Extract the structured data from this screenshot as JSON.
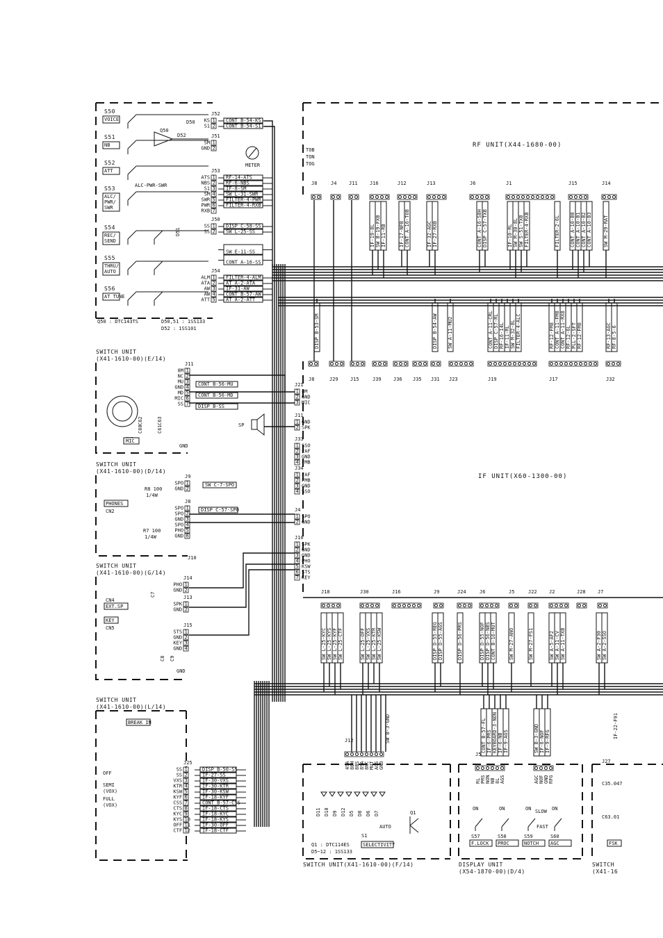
{
  "units": {
    "rf_unit": "RF UNIT(X44-1680-00)",
    "if_unit": "IF UNIT(X60-1300-00)",
    "switch_e": [
      "SWITCH UNIT",
      "(X41-1610-00)(E/14)"
    ],
    "switch_d": [
      "SWITCH UNIT",
      "(X41-1610-00)(D/14)"
    ],
    "switch_g": [
      "SWITCH UNIT",
      "(X41-1610-00)(G/14)"
    ],
    "switch_l": [
      "SWITCH UNIT",
      "(X41-1610-00)(L/14)"
    ],
    "switch_f": "SWITCH UNIT(X41-1610-00)(F/14)",
    "display": [
      "DISPLAY UNIT",
      "(X54-1870-00)(D/4)"
    ],
    "switch_cut": [
      "SWITCH",
      "(X41-16"
    ]
  },
  "top_left": {
    "switches": [
      {
        "ref": "S50",
        "label": "VOICE"
      },
      {
        "ref": "S51",
        "label": "NB"
      },
      {
        "ref": "S52",
        "label": "ATT"
      },
      {
        "ref": "S53",
        "label": "ALC/PWR/SWR"
      },
      {
        "ref": "S54",
        "label": "REC/SEND"
      },
      {
        "ref": "S55",
        "label": "THRU/AUTO"
      },
      {
        "ref": "S56",
        "label": "AT TUNE"
      }
    ],
    "notes": [
      "Q50 : DTC143TS",
      "D50,51 : 1SS133",
      "D52 : 1SS101"
    ],
    "meter": "METER",
    "alc_sel": "ALC-PWR-SWR",
    "j52": {
      "ref": "J52",
      "pins": [
        "KS",
        "S1"
      ],
      "wires": [
        "CONT B-54-KS",
        "CONT B-54-S1"
      ]
    },
    "j51": {
      "ref": "J51",
      "pins": [
        "SM",
        "GND"
      ]
    },
    "j53": {
      "ref": "J53",
      "pins": [
        "ATS",
        "NBS",
        "S1",
        "SM",
        "SWR",
        "PWR",
        "RXB"
      ],
      "wires": [
        "RF-14-ATS",
        "RF-6-NBS",
        "IF-8-SM",
        "SW L-31-SWR",
        "FILTER-4-PWR",
        "FILTER-4-RXB"
      ]
    },
    "j50": {
      "ref": "J50",
      "pins": [
        "SS",
        "SS"
      ],
      "wires": [
        "DISP C-58-SS",
        "SW L-25-SS",
        "SW E-11-SS",
        "CONT A-16-SS"
      ]
    },
    "j54": {
      "ref": "J54",
      "pins": [
        "ALM",
        "ATA",
        "AW",
        "AW",
        "ATT"
      ],
      "wires": [
        "FILTER-4-ALM",
        "AT A-2-ATA",
        "IF-31-AW",
        "CONT B-57-AW",
        "AT A-2-ATT"
      ]
    }
  },
  "switch_e": {
    "j11": {
      "ref": "J11",
      "pins": [
        "8M",
        "NC",
        "MU",
        "GND",
        "MD",
        "MIC",
        "SS"
      ],
      "wires": [
        "CONT B-56-MU",
        "CONT B-56-MD",
        "DISP B-SS"
      ]
    },
    "parts": [
      "C60",
      "C61",
      "C62",
      "C63",
      "CN3",
      "MIC",
      "GND"
    ]
  },
  "switch_d": {
    "j9": {
      "ref": "J9",
      "pins": [
        "SPO",
        "GND"
      ],
      "wires": [
        "SW C-7-SPO"
      ]
    },
    "j8": {
      "ref": "J8",
      "pins": [
        "SPO",
        "SPO",
        "GND",
        "SPO",
        "PHO",
        "GND"
      ],
      "wires": [
        "DISP C-57-SPO"
      ]
    },
    "j10": "J10",
    "parts": [
      "R8 100",
      "1/4W",
      "R7 100",
      "1/4W",
      "PHONES",
      "CN2"
    ]
  },
  "switch_g": {
    "j14": {
      "ref": "J14",
      "pins": [
        "PHO",
        "GND"
      ]
    },
    "j13": {
      "ref": "J13",
      "pins": [
        "SPK",
        "GND"
      ]
    },
    "j15": {
      "ref": "J15",
      "pins": [
        "STS",
        "GND",
        "KEY",
        "GND"
      ]
    },
    "parts": [
      "C7",
      "C8",
      "C9",
      "CN4",
      "EXT.SP",
      "KEY",
      "CN5",
      "GND"
    ]
  },
  "switch_l": {
    "j25": {
      "ref": "J25",
      "pins": [
        "SS",
        "SS",
        "VXS",
        "KTR",
        "KSW",
        "KYF",
        "CSS",
        "CTS",
        "KYC",
        "KYS",
        "OFF",
        "CTF"
      ],
      "wires": [
        "DISP B-50-SS",
        "IF-27-SS",
        "IF-30-VXS",
        "IF-30-KTR",
        "IF-30-KSW",
        "IF-18-KYF",
        "CONT B-57-CSS",
        "IF-18-CTS",
        "IF-18-KYC",
        "IF-18-KYS",
        "IF-30-OFF",
        "IF-18-CTF"
      ]
    },
    "labels": [
      "BREAK IN",
      "OFF",
      "SEMI",
      "(VOX)",
      "FULL",
      "(VOX)"
    ]
  },
  "if_side": {
    "j21": {
      "ref": "J21",
      "pins": [
        "8M",
        "GND",
        "MIC"
      ]
    },
    "j11": {
      "ref": "J11",
      "pins": [
        "GND",
        "SPK"
      ],
      "sp": "SP"
    },
    "j33": {
      "ref": "J33",
      "pins": [
        "SSO",
        "FAF",
        "GND",
        "FMB"
      ]
    },
    "j34": {
      "ref": "J34",
      "pins": [
        "FAF",
        "FMB",
        "GND",
        "SSO"
      ]
    },
    "j4": {
      "ref": "J4",
      "pins": [
        "SPO",
        "GND"
      ]
    },
    "j10": {
      "ref": "J10",
      "pins": [
        "SPK",
        "GND",
        "GND",
        "PHO",
        "KSW",
        "STS",
        "KEY"
      ]
    }
  },
  "rf_connectors": [
    "J8",
    "J4",
    "J11",
    "J16",
    "J12",
    "J13",
    "J6",
    "J1",
    "J15",
    "J14"
  ],
  "rf_wires": [
    "IF-19-8L",
    "SW B-19-FXB",
    "IF-11-RB",
    "IF-17-NFB",
    "CONT A-16-TOB",
    "IF-32-AGC",
    "IF-27-RXB",
    "CONT A-16-S8H",
    "DISP C-57-TXB",
    "IF-10-RL",
    "SW M-30-8L",
    "SW S-51-TXB",
    "FILTER-4-RXB",
    "FILTER-2-6L",
    "CONT A-10-B0",
    "CONT A-10-B1",
    "CONT A-10-B2",
    "CONT A-10-B3",
    "SW M-29-RAT"
  ],
  "rf_side_labels": [
    "TOB",
    "TON",
    "TOG"
  ],
  "if_top_connectors": [
    "J8",
    "J29",
    "J15",
    "J39",
    "J36",
    "J35",
    "J31",
    "J23",
    "J19",
    "J17",
    "J32"
  ],
  "if_top_wires": [
    "DISP B-53-SM",
    "DISP B-54-AW",
    "SW A-11-MU2",
    "CONT A-11-CRL",
    "DISP C-57-RL",
    "RF-16-14L",
    "IF-11-RL",
    "SW M-32-8L",
    "FILTER-4-ALC",
    "RF-12-FM8",
    "CONT A-11-FM8",
    "CONT A-11-RX8",
    "RF-12-6L",
    "PLL-2-SFT",
    "RF-12-FM8",
    "RF-13-AGC",
    "RF-8-5-6"
  ],
  "if_bottom_connectors": [
    "J18",
    "J30",
    "J16",
    "J9",
    "J24",
    "J6",
    "J5",
    "J22",
    "J2",
    "J28",
    "J7"
  ],
  "if_bottom_wires": [
    "SW L-25-KYC",
    "SW L-25-KYS",
    "SW L-25-KYF",
    "SW L-25-CTF",
    "SW L-25-OFF",
    "SW L-25-VXS",
    "SW L-25-KTR",
    "SW L-25-KSW",
    "DISP D-55-REG",
    "DISP D-55-AGS",
    "DISP D-56-PRS",
    "DISP D-55-NOF",
    "DISP D-56-NBS",
    "CONT B-16-MUT",
    "SW M-27-ANO",
    "SW M-27-FS1",
    "SW A-5-AF2",
    "SW A-11-CV",
    "SW A-11-TXB",
    "SW A-2-F30",
    "SW A-2-SSO"
  ],
  "switch_f": {
    "j12": {
      "ref": "J12",
      "pins": [
        "4SA",
        "8BH",
        "8BS",
        "8SA",
        "8NC",
        "MUT",
        "AGS",
        "GND"
      ]
    },
    "wire": "SW B-3-GND",
    "notes": [
      "Q1 : DTC114ES",
      "D5~12 : 1SS133"
    ],
    "s1": "S1",
    "selectivity": "SELECTIVITY",
    "auto": "AUTO",
    "q1": "Q1",
    "diodes": [
      "D11",
      "D10",
      "D9",
      "D12",
      "D5",
      "D8",
      "D6",
      "D7"
    ]
  },
  "display_unit": {
    "j56": {
      "ref": "J56",
      "pins": [
        "RL",
        "PRS",
        "NON",
        "NB",
        "8L",
        "AGS"
      ],
      "wires": [
        "CONT B-57-FL",
        "IF-6-PRS",
        "KEYBOARD-3-NON",
        "IF-6-NB",
        "IF-9-AGS"
      ]
    },
    "j55": {
      "ref": "J55",
      "pins": [
        "AGC",
        "NOF",
        "GND",
        "RFG"
      ],
      "wires": [
        "SW B-3-GND",
        "IF-6-NOF",
        "IF-9-RFG"
      ]
    },
    "switches": [
      {
        "ref": "S57",
        "label": "F.LOCK"
      },
      {
        "ref": "S58",
        "label": "PROC"
      },
      {
        "ref": "S59",
        "label": "NOTCH"
      },
      {
        "ref": "S60",
        "label": "AGC"
      }
    ],
    "slow": "SLOW",
    "fast": "FAST",
    "on": "ON"
  },
  "cut_unit": {
    "j27": "J27",
    "parts": [
      "C35.047",
      "C63.01",
      "FSK"
    ],
    "wire": "IF-22-F91"
  }
}
